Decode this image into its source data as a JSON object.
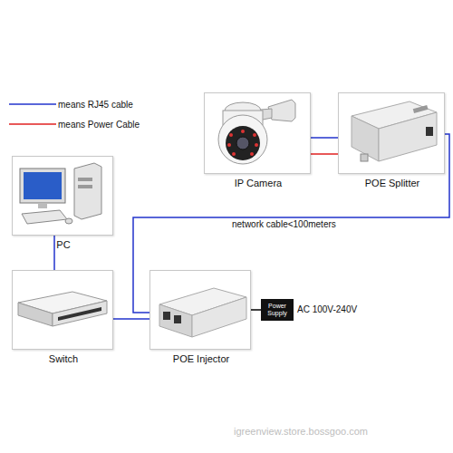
{
  "diagram": {
    "nodes": [
      {
        "text": [
          "IP Camera"
        ]
      },
      {
        "text": [
          "POE Splitter"
        ]
      },
      {
        "text": [
          "PC"
        ]
      },
      {
        "text": [
          "Switch"
        ]
      },
      {
        "text": [
          "POE Injector"
        ]
      },
      {
        "text": [
          "Power Supply"
        ]
      }
    ],
    "edges": [
      {
        "from": 0,
        "to": 1,
        "arrow": "none"
      },
      {
        "from": 0,
        "to": 1,
        "arrow": "none"
      },
      {
        "from": 1,
        "to": 4,
        "label": "network cable<100meters",
        "arrow": "none"
      },
      {
        "from": 2,
        "to": 3,
        "arrow": "none"
      },
      {
        "from": 3,
        "to": 4,
        "arrow": "none"
      },
      {
        "from": 5,
        "to": 4,
        "arrow": "none"
      }
    ],
    "labels": [
      "AC 100V-240V",
      "igreenview.store.bossgoo.com"
    ],
    "legend": [
      {
        "text": "means RJ45 cable"
      },
      {
        "text": "means Power Cable"
      }
    ]
  }
}
